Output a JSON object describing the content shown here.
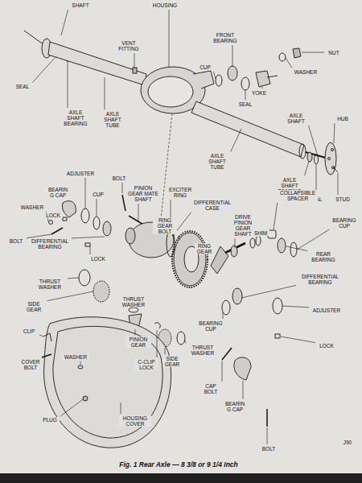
{
  "diagram": {
    "caption": "Fig. 1 Rear Axle — 8 3/8 or 9 1/4 Inch",
    "labels": [
      "SHAFT",
      "HOUSING",
      "VENT FITTING",
      "FRONT BEARING",
      "NUT",
      "WASHER",
      "CUP",
      "YOKE",
      "SEAL",
      "SEAL",
      "AXLE SHAFT BEARING",
      "AXLE SHAFT TUBE",
      "AXLE SHAFT",
      "HUB",
      "AXLE SHAFT TUBE",
      "AXLE SHAFT BEARING",
      "SEAL",
      "STUD",
      "ADJUSTER",
      "BOLT",
      "BEARING CAP",
      "CUP",
      "PINION GEAR MATE SHAFT",
      "EXCITER RING",
      "WASHER",
      "LOCK",
      "DIFFERENTIAL CASE",
      "COLLAPSIBLE SPACER",
      "BOLT",
      "DIFFERENTIAL BEARING",
      "RING GEAR BOLT",
      "DRIVE PINION GEAR SHAFT",
      "SHIM",
      "BEARING CUP",
      "LOCK",
      "RING GEAR",
      "REAR BEARING",
      "DIFFERENTIAL BEARING",
      "THRUST WASHER",
      "SIDE GEAR",
      "THRUST WASHER",
      "ADJUSTER",
      "BEARING CUP",
      "LOCK",
      "CLIP",
      "PINION GEAR",
      "C-CLIP LOCK",
      "SIDE GEAR",
      "THRUST WASHER",
      "COVER BOLT",
      "WASHER",
      "CAP BOLT",
      "BEARING CAP",
      "PLUG",
      "HOUSING COVER",
      "BOLT",
      "J90"
    ]
  }
}
